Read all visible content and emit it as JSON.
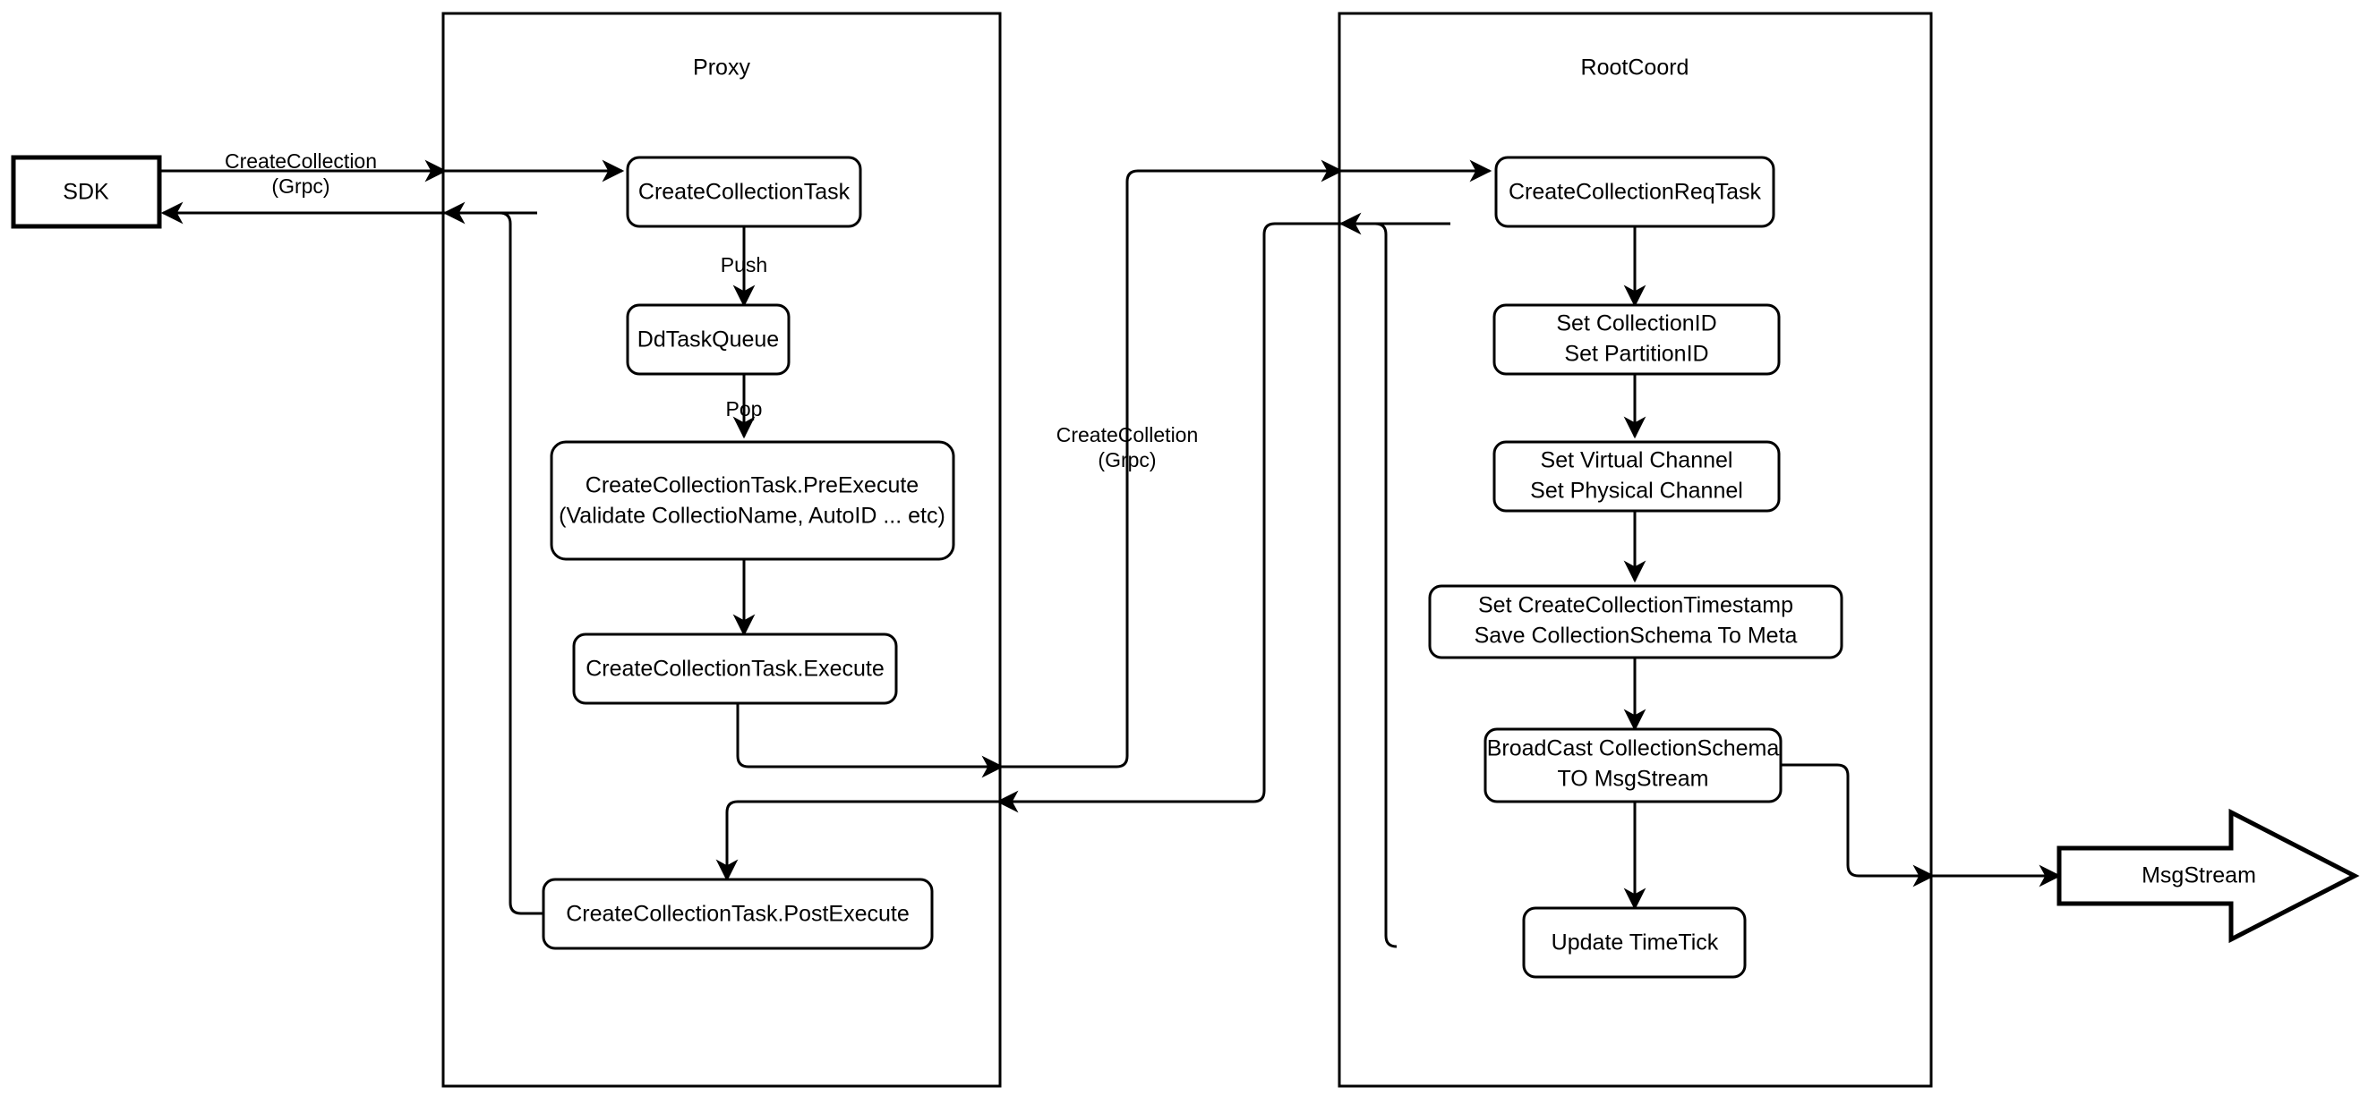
{
  "diagram": {
    "title": "CreateCollection flow",
    "background": "#ffffff",
    "stroke_color": "#000000",
    "containers": [
      {
        "id": "proxy",
        "label": "Proxy"
      },
      {
        "id": "rootcoord",
        "label": "RootCoord"
      }
    ],
    "nodes": {
      "sdk": "SDK",
      "create_collection_task": "CreateCollectionTask",
      "dd_task_queue": "DdTaskQueue",
      "pre_execute_line1": "CreateCollectionTask.PreExecute",
      "pre_execute_line2": "(Validate CollectioName, AutoID ... etc)",
      "execute": "CreateCollectionTask.Execute",
      "post_execute": "CreateCollectionTask.PostExecute",
      "create_collection_req_task": "CreateCollectionReqTask",
      "set_ids_line1": "Set CollectionID",
      "set_ids_line2": "Set PartitionID",
      "set_channels_line1": "Set Virtual Channel",
      "set_channels_line2": "Set Physical Channel",
      "set_timestamp_line1": "Set CreateCollectionTimestamp",
      "set_timestamp_line2": "Save CollectionSchema To Meta",
      "broadcast_line1": "BroadCast CollectionSchema",
      "broadcast_line2": "TO MsgStream",
      "update_timetick": "Update TimeTick",
      "msgstream": "MsgStream"
    },
    "edge_labels": {
      "sdk_to_proxy_line1": "CreateCollection",
      "sdk_to_proxy_line2": "(Grpc)",
      "push": "Push",
      "pop": "Pop",
      "proxy_to_rootcoord_line1": "CreateColletion",
      "proxy_to_rootcoord_line2": "(Grpc)"
    }
  }
}
